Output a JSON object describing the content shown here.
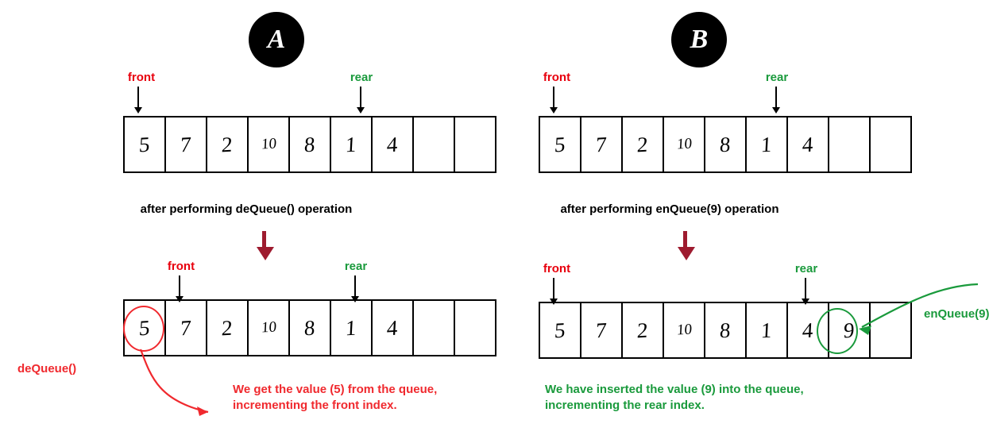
{
  "panels": [
    {
      "badge": "A",
      "top_queue": {
        "cells": [
          "5",
          "7",
          "2",
          "10",
          "8",
          "1",
          "4",
          "",
          ""
        ],
        "front_label": "front",
        "rear_label": "rear",
        "front_index": 0,
        "rear_index": 6
      },
      "caption": "after performing deQueue() operation",
      "bottom_queue": {
        "cells": [
          "5",
          "7",
          "2",
          "10",
          "8",
          "1",
          "4",
          "",
          ""
        ],
        "front_label": "front",
        "rear_label": "rear",
        "front_index": 1,
        "rear_index": 6
      },
      "operation_label": "deQueue()",
      "note": "We get the value (5) from the queue, incrementing the front index.",
      "note_color": "#f0292e"
    },
    {
      "badge": "B",
      "top_queue": {
        "cells": [
          "5",
          "7",
          "2",
          "10",
          "8",
          "1",
          "4",
          "",
          ""
        ],
        "front_label": "front",
        "rear_label": "rear",
        "front_index": 0,
        "rear_index": 6
      },
      "caption": "after performing enQueue(9) operation",
      "bottom_queue": {
        "cells": [
          "5",
          "7",
          "2",
          "10",
          "8",
          "1",
          "4",
          "9",
          ""
        ],
        "front_label": "front",
        "rear_label": "rear",
        "front_index": 0,
        "rear_index": 6
      },
      "operation_label": "enQueue(9)",
      "note": "We have inserted the value (9) into the queue, incrementing the rear index.",
      "note_color": "#1a9a3c"
    }
  ],
  "colors": {
    "front": "#e8000d",
    "rear": "#1a9a3c",
    "arrow": "#9e1b2f",
    "red": "#f0292e",
    "green": "#1a9a3c",
    "black": "#000000"
  }
}
